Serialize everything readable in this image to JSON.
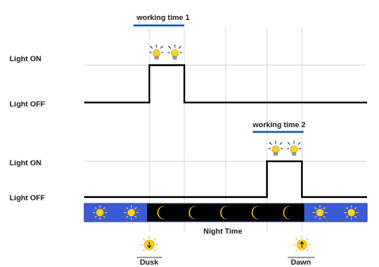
{
  "labels": {
    "light_on_1": "Light ON",
    "light_off_1": "Light OFF",
    "light_on_2": "Light ON",
    "light_off_2": "Light OFF",
    "working_time_1": "working time 1",
    "working_time_2": "working time 2",
    "night_time": "Night Time",
    "dusk": "Dusk",
    "dawn": "Dawn"
  },
  "timeline": {
    "segments": [
      "day",
      "day",
      "night",
      "night",
      "night",
      "night",
      "night",
      "day",
      "day"
    ]
  },
  "icons": {
    "sun": "sun-icon",
    "moon": "moon-icon",
    "bulb": "light-bulb-icon",
    "dusk": "dusk-down-arrow-icon",
    "dawn": "dawn-up-arrow-icon"
  },
  "colors": {
    "day_band": "#3b5bd6",
    "night_band": "#000000",
    "sun": "#ffd21e",
    "moon": "#ffd21e",
    "working_bar": "#1f5fa8",
    "grid": "#c8c8c8",
    "signal": "#000000"
  }
}
